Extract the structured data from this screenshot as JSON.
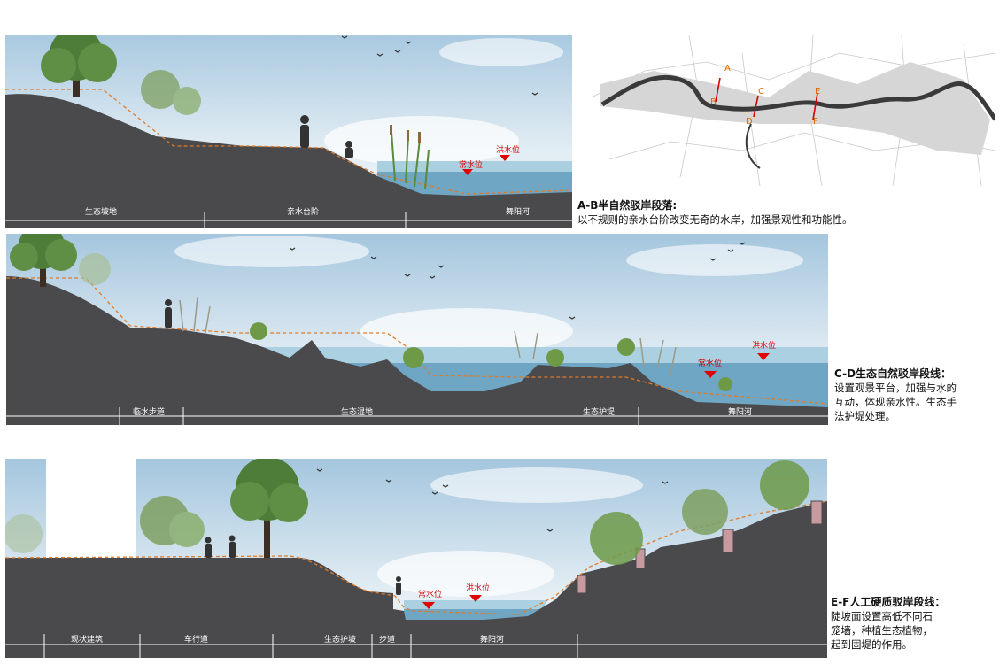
{
  "colors": {
    "ground": "#4a4a4c",
    "water": "#6aa0bd",
    "flood_marker": "#e00000",
    "dash": "#e07b2a",
    "sky_top": "#9fc3dc",
    "sky_bottom": "#e9f1f6"
  },
  "sections": {
    "ab": {
      "title": "A-B半自然驳岸段落:",
      "body": "以不规则的亲水台阶改变无奇的水岸，加强景观性和功能性。",
      "zones": [
        "生态坡地",
        "亲水台阶",
        "舞阳河"
      ],
      "normal_level": "常水位",
      "flood_level": "洪水位"
    },
    "cd": {
      "title": "C-D生态自然驳岸段线：",
      "body": [
        "设置观景平台，加强与水的",
        "互动，体现亲水性。生态手",
        "法护堤处理。"
      ],
      "zones": [
        "临水步道",
        "生态湿地",
        "生态护堤",
        "舞阳河"
      ],
      "normal_level": "常水位",
      "flood_level": "洪水位"
    },
    "ef": {
      "title": "E-F人工硬质驳岸段线：",
      "body": [
        "陡坡面设置高低不同石",
        "笼墙，种植生态植物，",
        "起到固堤的作用。"
      ],
      "zones": [
        "现状建筑",
        "车行道",
        "生态护坡",
        "步道",
        "舞阳河"
      ],
      "normal_level": "常水位",
      "flood_level": "洪水位"
    }
  },
  "map": {
    "markers": [
      "A",
      "B",
      "C",
      "D",
      "E",
      "F"
    ]
  }
}
